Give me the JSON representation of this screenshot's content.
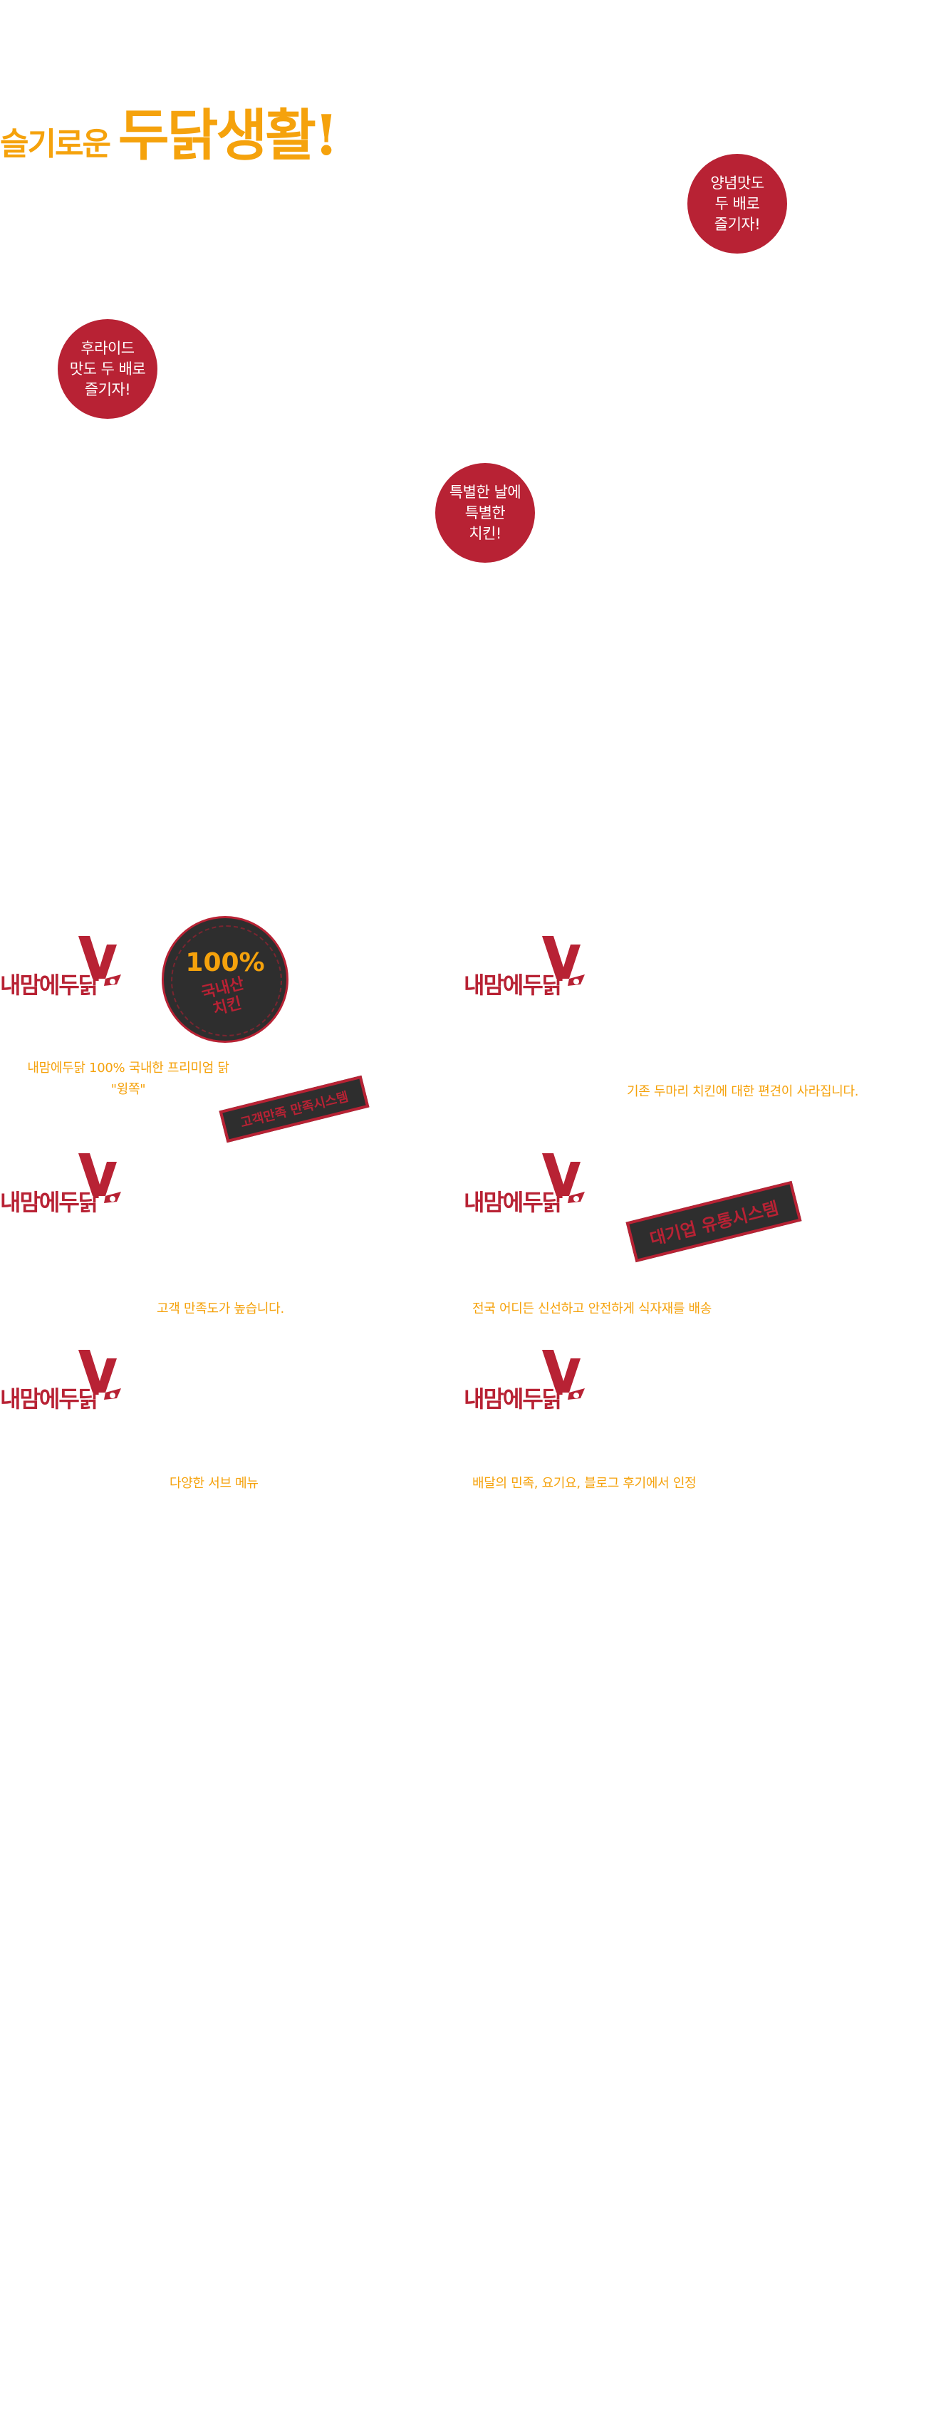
{
  "hero": {
    "headline_small": "슬기로운",
    "headline_big": "두닭생활!"
  },
  "bubbles": {
    "sauce": "양념맛도\n두 배로\n즐기자!",
    "fried": "후라이드\n맛도 두 배로\n즐기자!",
    "special": "특별한 날에\n특별한\n치킨!"
  },
  "brand": {
    "name": "내맘에두닭",
    "mark_icon": "chicken-v-mark"
  },
  "features": [
    {
      "caption": "내맘에두닭     100% 국내한 프리미엄 닭\n\"윙쪽\""
    },
    {
      "caption": "기존 두마리 치킨에 대한 편견이 사라집니다."
    },
    {
      "caption": "고객 만족도가 높습니다."
    },
    {
      "caption": "전국 어디든 신선하고 안전하게 식자재를 배송"
    },
    {
      "caption": "다양한 서브 메뉴"
    },
    {
      "caption": "배달의 민족, 요기요, 블로그 후기에서 인정"
    }
  ],
  "seal": {
    "percent": "100%",
    "text": "국내산\n치킨"
  },
  "stamps": {
    "stamp1": "고객만족 만족시스템",
    "stamp2": "대기업 유통시스템"
  },
  "colors": {
    "accent_orange": "#f5a20c",
    "brand_red": "#b82234",
    "stamp_dark": "#2e2e2e"
  }
}
